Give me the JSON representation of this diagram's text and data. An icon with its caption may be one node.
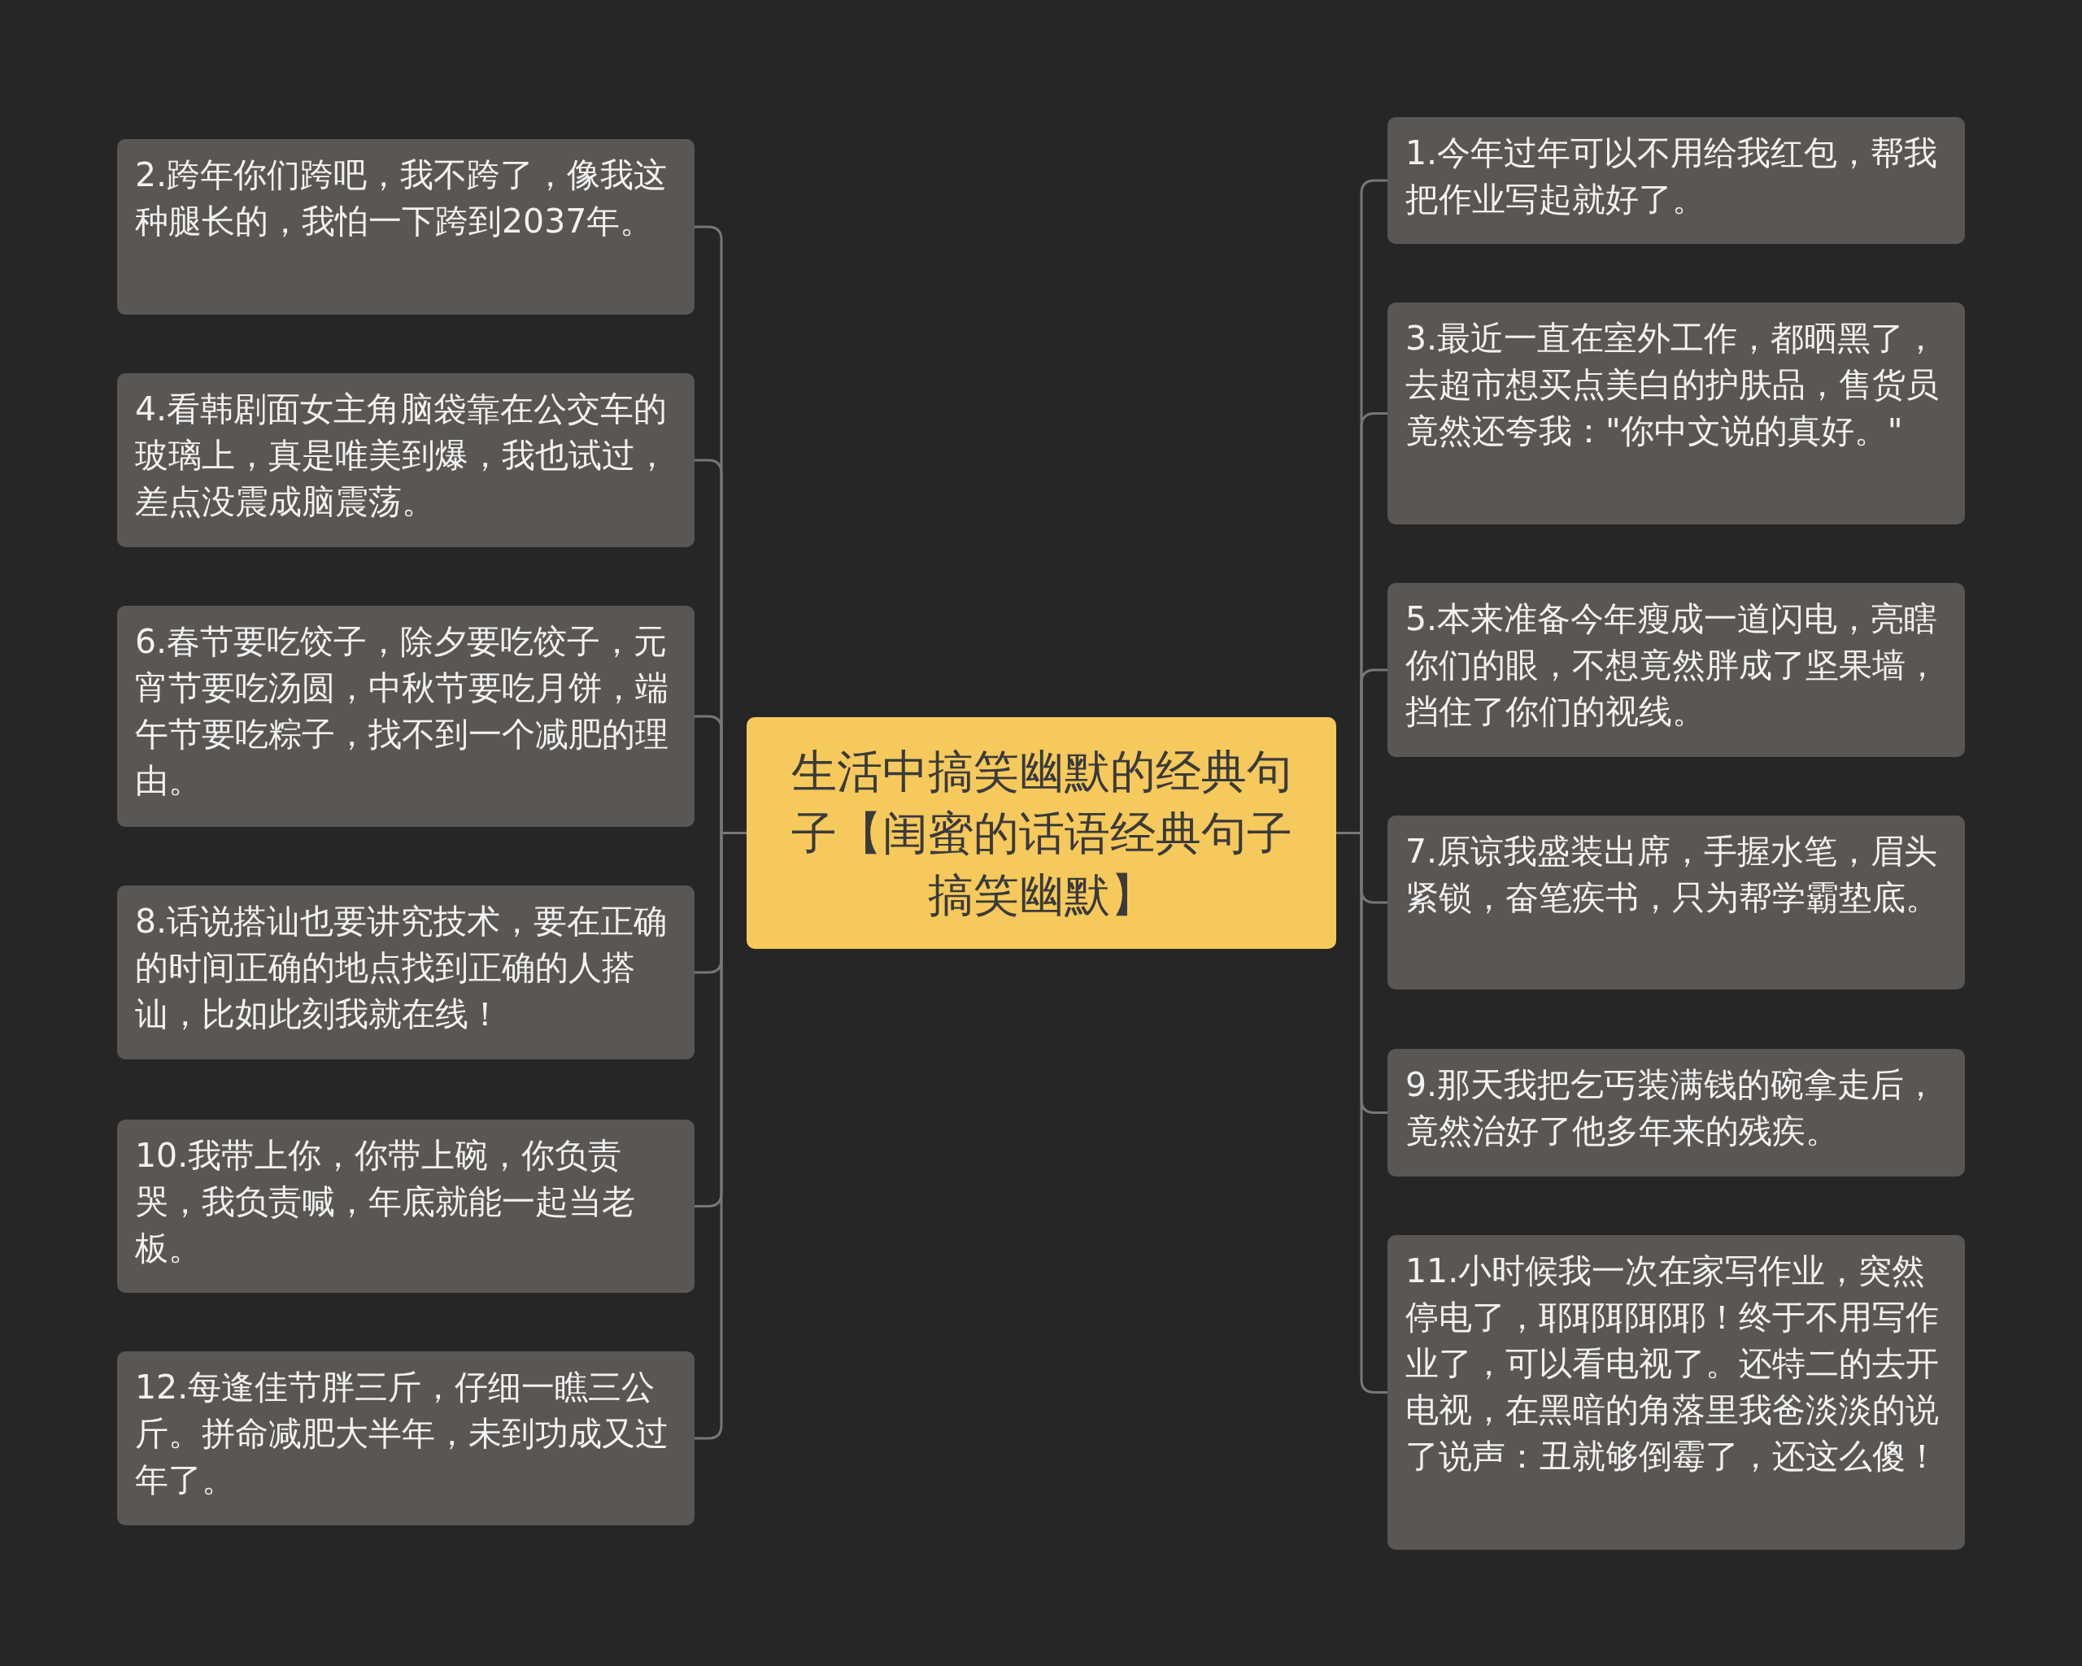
{
  "diagram": {
    "nodes": [
      {
        "text": [
          "生活中搞笑幽默的经典句子【闺蜜的话语经典句子搞笑幽默】"
        ]
      },
      {
        "text": [
          "1.今年过年可以不用给我红包，帮我把作业写起就好了。"
        ]
      },
      {
        "text": [
          "2.跨年你们跨吧，我不跨了，像我这种腿长的，我怕一下跨到2037年。"
        ]
      },
      {
        "text": [
          "3.最近一直在室外工作，都晒黑了，去超市想买点美白的护肤品，售货员竟然还夸我：\"你中文说的真好。\""
        ]
      },
      {
        "text": [
          "4.看韩剧面女主角脑袋靠在公交车的玻璃上，真是唯美到爆，我也试过，差点没震成脑震荡。"
        ]
      },
      {
        "text": [
          "5.本来准备今年瘦成一道闪电，亮瞎你们的眼，不想竟然胖成了坚果墙，挡住了你们的视线。"
        ]
      },
      {
        "text": [
          "6.春节要吃饺子，除夕要吃饺子，元宵节要吃汤圆，中秋节要吃月饼，端午节要吃粽子，找不到一个减肥的理由。"
        ]
      },
      {
        "text": [
          "7.原谅我盛装出席，手握水笔，眉头紧锁，奋笔疾书，只为帮学霸垫底。"
        ]
      },
      {
        "text": [
          "8.话说搭讪也要讲究技术，要在正确的时间正确的地点找到正确的人搭讪，比如此刻我就在线！"
        ]
      },
      {
        "text": [
          "9.那天我把乞丐装满钱的碗拿走后，竟然治好了他多年来的残疾。"
        ]
      },
      {
        "text": [
          "10.我带上你，你带上碗，你负责哭，我负责喊，年底就能一起当老板。"
        ]
      },
      {
        "text": [
          "11.小时候我一次在家写作业，突然停电了，耶耶耶耶耶！终于不用写作业了，可以看电视了。还特二的去开电视，在黑暗的角落里我爸淡淡的说了说声：丑就够倒霉了，还这么傻！"
        ]
      },
      {
        "text": [
          "12.每逢佳节胖三斤，仔细一瞧三公斤。拼命减肥大半年，未到功成又过年了。"
        ]
      }
    ],
    "edges": [
      {
        "from": 0,
        "to": 1,
        "arrow": "none"
      },
      {
        "from": 0,
        "to": 2,
        "arrow": "none"
      },
      {
        "from": 0,
        "to": 3,
        "arrow": "none"
      },
      {
        "from": 0,
        "to": 4,
        "arrow": "none"
      },
      {
        "from": 0,
        "to": 5,
        "arrow": "none"
      },
      {
        "from": 0,
        "to": 6,
        "arrow": "none"
      },
      {
        "from": 0,
        "to": 7,
        "arrow": "none"
      },
      {
        "from": 0,
        "to": 8,
        "arrow": "none"
      },
      {
        "from": 0,
        "to": 9,
        "arrow": "none"
      },
      {
        "from": 0,
        "to": 10,
        "arrow": "none"
      },
      {
        "from": 0,
        "to": 11,
        "arrow": "none"
      },
      {
        "from": 0,
        "to": 12,
        "arrow": "none"
      }
    ]
  }
}
